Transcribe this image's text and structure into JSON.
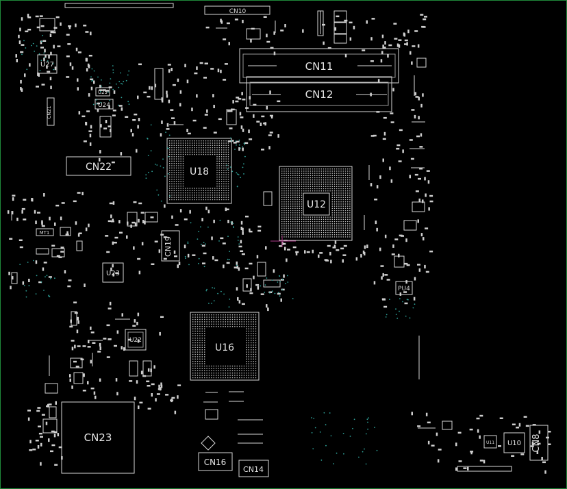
{
  "colors": {
    "background": "#000000",
    "outline": "#d8d8d8",
    "pad": "#cfcfcf",
    "via": "#2fa39a",
    "board_edge": "#1f8a3a",
    "cursor": "#b03a8a"
  },
  "labels": {
    "cn11": "CN11",
    "cn12": "CN12",
    "cn22": "CN22",
    "cn23": "CN23",
    "cn19": "CN19",
    "cn16": "CN16",
    "cn14": "CN14",
    "cn8": "CN8",
    "cn10": "CN10",
    "cn21": "CN21",
    "u27": "U27",
    "u18": "U18",
    "u12": "U12",
    "u16": "U16",
    "u23": "U23",
    "u24": "U24",
    "u25": "U25",
    "u22": "U22",
    "u10": "U10",
    "u11": "U11",
    "pu4": "PU4",
    "mt1": "MT1"
  }
}
